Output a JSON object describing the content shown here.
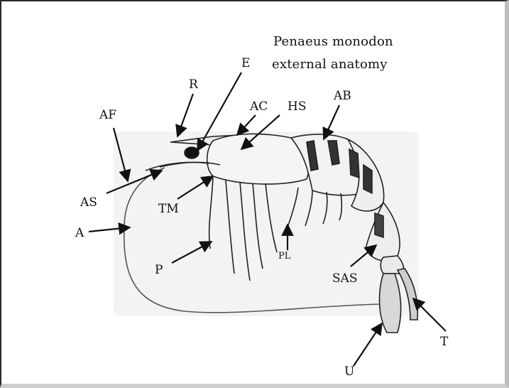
{
  "diagram": {
    "title_line1": "Penaeus monodon",
    "title_line2": "external anatomy",
    "labels": [
      {
        "id": "R",
        "text": "R"
      },
      {
        "id": "E",
        "text": "E"
      },
      {
        "id": "AC",
        "text": "AC"
      },
      {
        "id": "HS",
        "text": "HS"
      },
      {
        "id": "AB",
        "text": "AB"
      },
      {
        "id": "AF",
        "text": "AF"
      },
      {
        "id": "AS",
        "text": "AS"
      },
      {
        "id": "TM",
        "text": "TM"
      },
      {
        "id": "A",
        "text": "A"
      },
      {
        "id": "P",
        "text": "P"
      },
      {
        "id": "PL",
        "text": "PL"
      },
      {
        "id": "SAS",
        "text": "SAS"
      },
      {
        "id": "T",
        "text": "T"
      },
      {
        "id": "U",
        "text": "U"
      }
    ]
  }
}
